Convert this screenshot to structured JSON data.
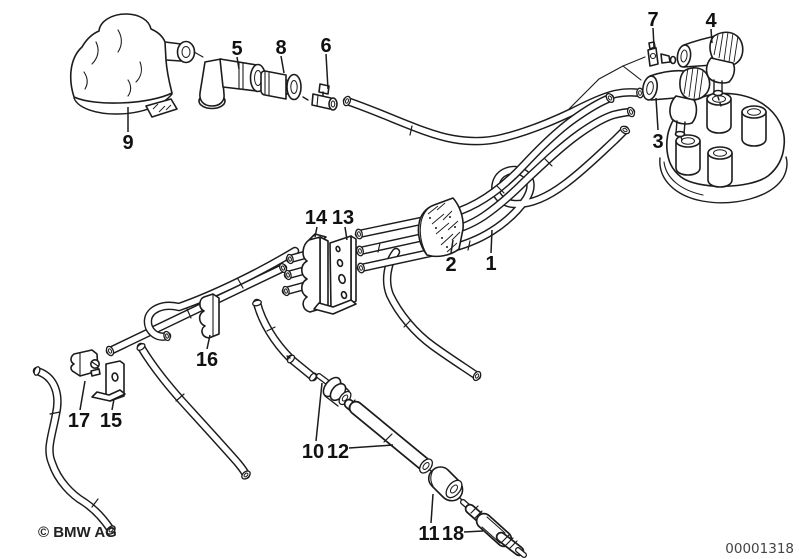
{
  "colors": {
    "ink": "#1c1c1c",
    "paper": "#ffffff"
  },
  "footer": {
    "copyright": "© BMW AG",
    "document_number": "00001318"
  },
  "callouts": [
    {
      "num": "1"
    },
    {
      "num": "2"
    },
    {
      "num": "3"
    },
    {
      "num": "4"
    },
    {
      "num": "5"
    },
    {
      "num": "6"
    },
    {
      "num": "7"
    },
    {
      "num": "8"
    },
    {
      "num": "9"
    },
    {
      "num": "10"
    },
    {
      "num": "11"
    },
    {
      "num": "12"
    },
    {
      "num": "13"
    },
    {
      "num": "14"
    },
    {
      "num": "15"
    },
    {
      "num": "16"
    },
    {
      "num": "17"
    },
    {
      "num": "18"
    }
  ]
}
